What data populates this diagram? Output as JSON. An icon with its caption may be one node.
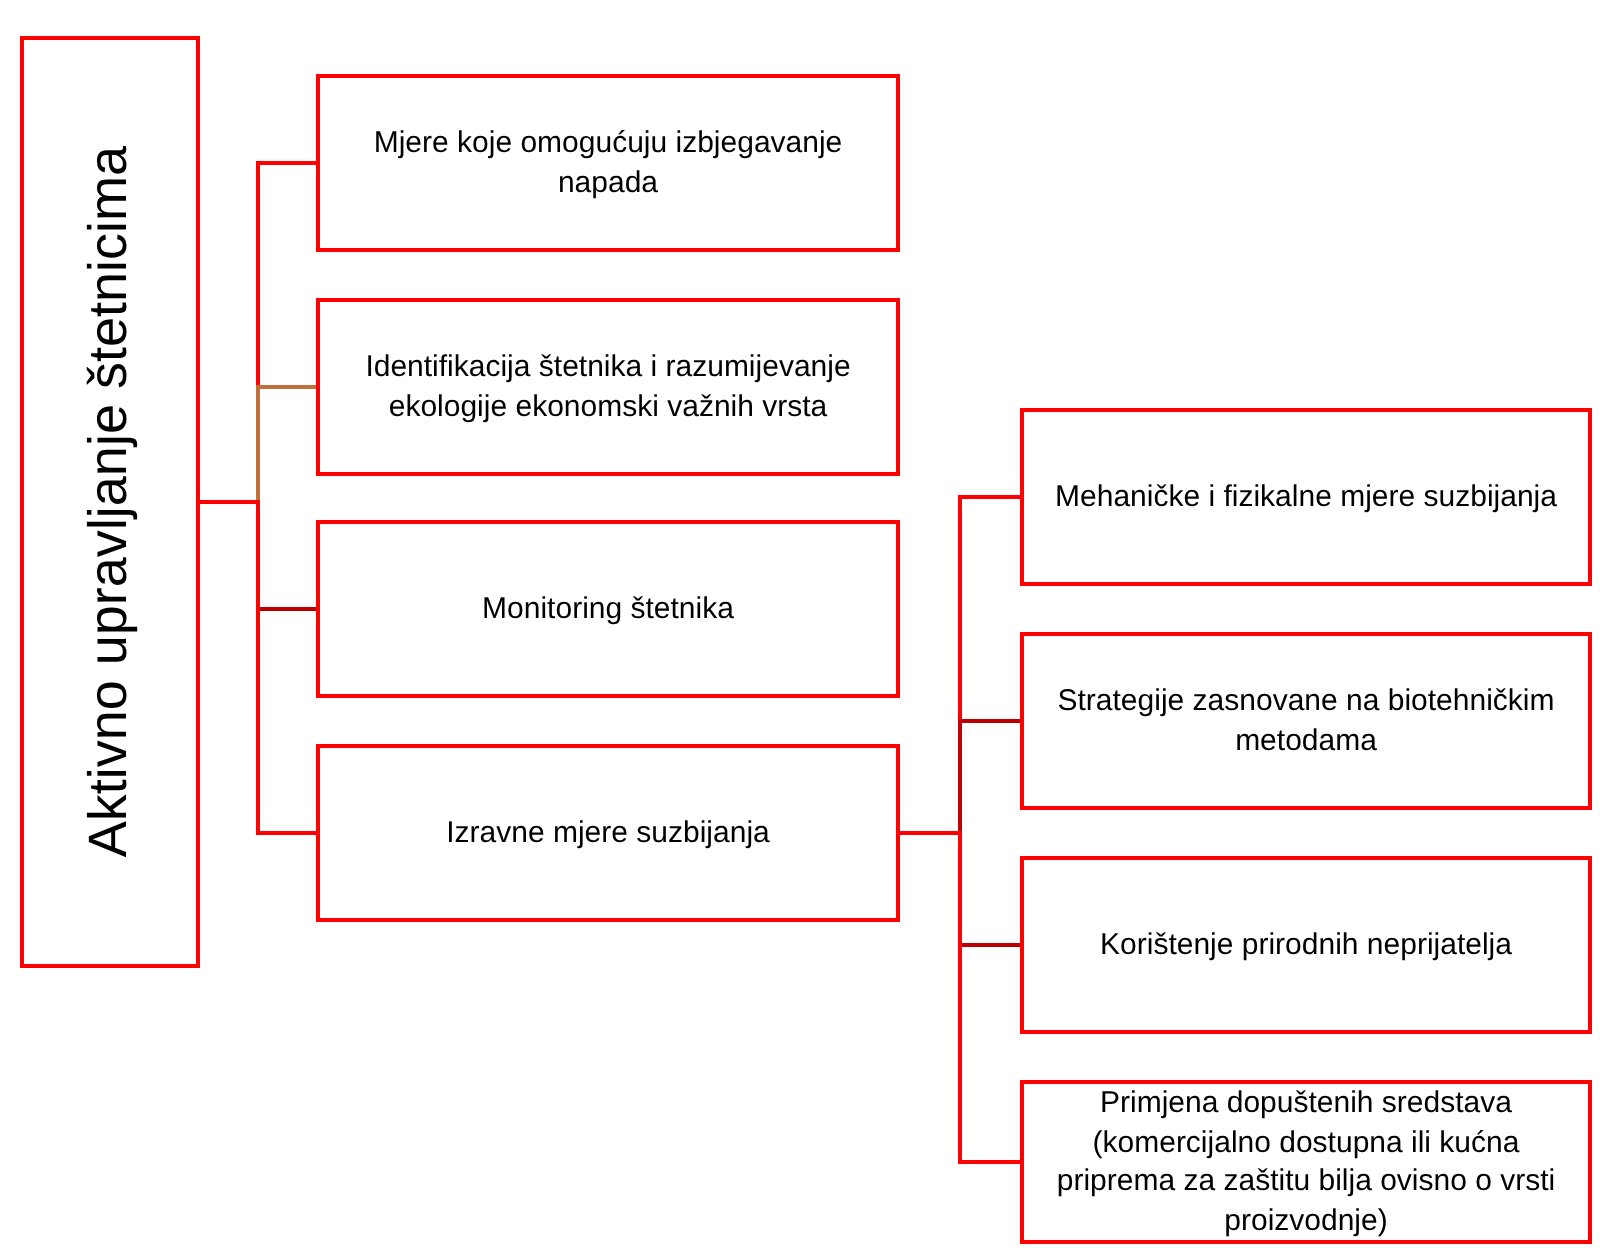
{
  "diagram": {
    "nodes": [
      {
        "text": [
          "Aktivno upravljanje štetnicima"
        ]
      },
      {
        "text": [
          "Mjere koje omogućuju izbjegavanje napada"
        ]
      },
      {
        "text": [
          "Identifikacija štetnika i razumijevanje ekologije ekonomski važnih vrsta"
        ]
      },
      {
        "text": [
          "Monitoring štetnika"
        ]
      },
      {
        "text": [
          "Izravne mjere suzbijanja"
        ]
      },
      {
        "text": [
          "Mehaničke i fizikalne mjere suzbijanja"
        ]
      },
      {
        "text": [
          "Strategije zasnovane na biotehničkim metodama"
        ]
      },
      {
        "text": [
          "Korištenje prirodnih neprijatelja"
        ]
      },
      {
        "text": [
          "Primjena dopuštenih sredstava (komercijalno dostupna ili kućna priprema za zaštitu bilja ovisno o vrsti proizvodnje)"
        ]
      }
    ],
    "edges": [
      {
        "from": 0,
        "to": 1,
        "arrow": "none"
      },
      {
        "from": 0,
        "to": 2,
        "arrow": "none",
        "color": "#c0703a"
      },
      {
        "from": 0,
        "to": 3,
        "arrow": "none",
        "color": "#c00000"
      },
      {
        "from": 0,
        "to": 4,
        "arrow": "none"
      },
      {
        "from": 4,
        "to": 5,
        "arrow": "none"
      },
      {
        "from": 4,
        "to": 6,
        "arrow": "none",
        "color": "#c00000"
      },
      {
        "from": 4,
        "to": 7,
        "arrow": "none",
        "color": "#c00000"
      },
      {
        "from": 4,
        "to": 8,
        "arrow": "none"
      }
    ]
  }
}
